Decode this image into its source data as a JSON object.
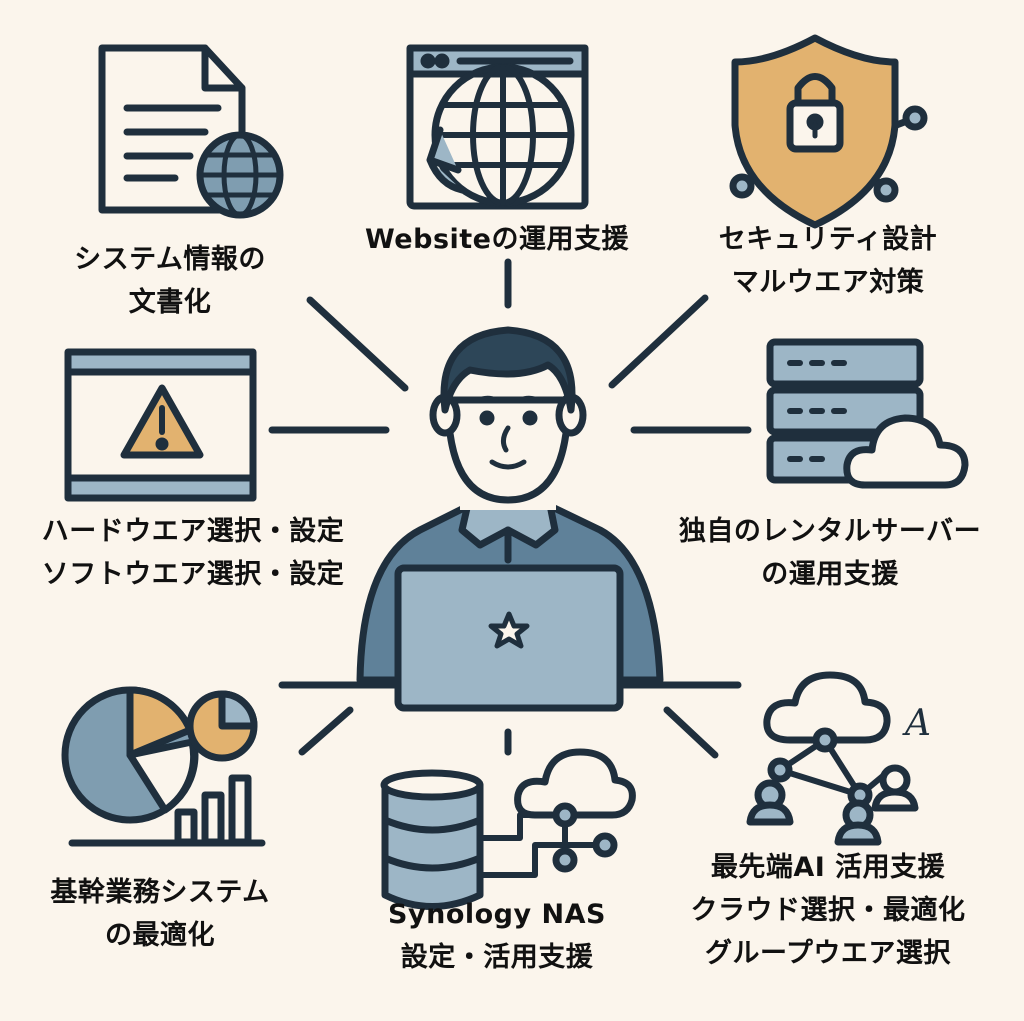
{
  "colors": {
    "background": "#fbf5ec",
    "outline": "#1f2f3d",
    "blue": "#5f8199",
    "light_blue": "#9db6c6",
    "tan": "#e2b26f",
    "white": "#fbf5ec"
  },
  "center": {
    "figure": "person-with-laptop"
  },
  "services": [
    {
      "icon": "document-globe-icon",
      "lines": [
        "システム情報の",
        "文書化"
      ]
    },
    {
      "icon": "website-globe-icon",
      "lines": [
        "Websiteの運用支援"
      ]
    },
    {
      "icon": "security-shield-lock-icon",
      "lines": [
        "セキュリティ設計",
        "マルウエア対策"
      ]
    },
    {
      "icon": "warning-window-icon",
      "lines": [
        "ハードウエア選択・設定",
        "ソフトウエア選択・設定"
      ]
    },
    {
      "icon": "server-cloud-icon",
      "lines": [
        "独自のレンタルサーバー",
        "の運用支援"
      ]
    },
    {
      "icon": "pie-bar-chart-icon",
      "lines": [
        "基幹業務システム",
        "の最適化"
      ]
    },
    {
      "icon": "nas-cloud-icon",
      "lines": [
        "Synology NAS",
        "設定・活用支援"
      ]
    },
    {
      "icon": "ai-cloud-network-icon",
      "lines": [
        "最先端AI 活用支援",
        "クラウド選択・最適化",
        "グループウエア選択"
      ]
    }
  ]
}
